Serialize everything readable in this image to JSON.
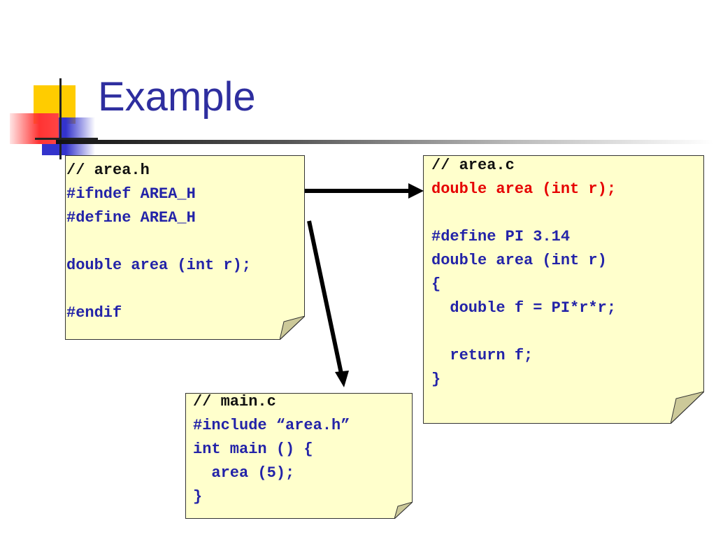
{
  "slide": {
    "title": "Example"
  },
  "colors": {
    "title": "#2e2e9f",
    "note_background": "#ffffcc",
    "code_blue": "#2323a8",
    "code_red": "#e60000",
    "code_black": "#111111"
  },
  "notes": {
    "area_h": {
      "lines": [
        "// area.h",
        "#ifndef AREA_H",
        "#define AREA_H",
        "",
        "double area (int r);",
        "",
        "#endif"
      ]
    },
    "area_c": {
      "lines": [
        "// area.c",
        "double area (int r);",
        "",
        "#define PI 3.14",
        "double area (int r)",
        "{",
        "  double f = PI*r*r;",
        "",
        "  return f;",
        "}"
      ]
    },
    "main_c": {
      "lines": [
        "// main.c",
        "#include “area.h”",
        "int main () {",
        "  area (5);",
        "}"
      ]
    }
  }
}
